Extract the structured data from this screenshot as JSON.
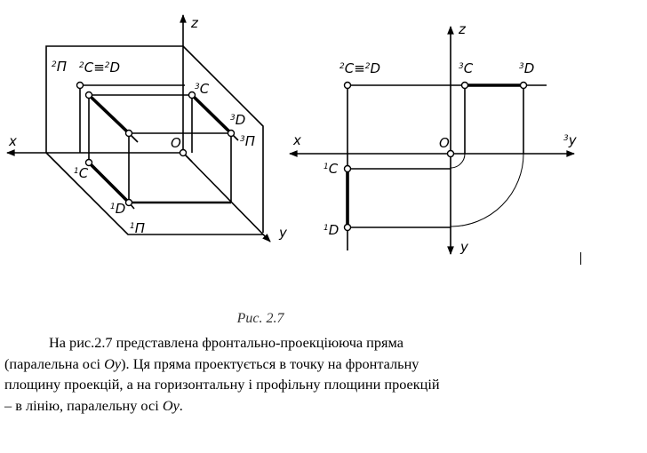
{
  "figure_left": {
    "axis_labels": {
      "x": "x",
      "y": "y",
      "z": "z",
      "origin": "O"
    },
    "plane_labels": {
      "frontal": {
        "sup": "2",
        "name": "П"
      },
      "profile": {
        "sup": "3",
        "name": "П"
      },
      "horizontal": {
        "sup": "1",
        "name": "П"
      }
    },
    "points": {
      "c2d2": {
        "sup1": "2",
        "n1": "C",
        "eq": "≡",
        "sup2": "2",
        "n2": "D"
      },
      "c3": {
        "sup": "3",
        "name": "C"
      },
      "d3": {
        "sup": "3",
        "name": "D"
      },
      "c1": {
        "sup": "1",
        "name": "C"
      },
      "d1": {
        "sup": "1",
        "name": "D"
      }
    }
  },
  "figure_right": {
    "axis_labels": {
      "x": "x",
      "y": "y",
      "z": "z",
      "origin": "O",
      "y3_sup": "3",
      "y3": "y"
    },
    "points": {
      "c2d2": {
        "sup1": "2",
        "n1": "C",
        "eq": "≡",
        "sup2": "2",
        "n2": "D"
      },
      "c3": {
        "sup": "3",
        "name": "C"
      },
      "d3": {
        "sup": "3",
        "name": "D"
      },
      "c1": {
        "sup": "1",
        "name": "C"
      },
      "d1": {
        "sup": "1",
        "name": "D"
      }
    }
  },
  "caption": "Рис. 2.7",
  "paragraph": {
    "lines": [
      "На рис.2.7 представлена фронтально-проекціююча пряма",
      "(паралельна осі ",
      "). Ця пряма проектується в точку на фронтальну",
      "площину проекцій, а на горизонтальну і профільну площини проекцій",
      "– в лінію, паралельну осі ",
      "."
    ],
    "axis_ref": "Oy"
  }
}
